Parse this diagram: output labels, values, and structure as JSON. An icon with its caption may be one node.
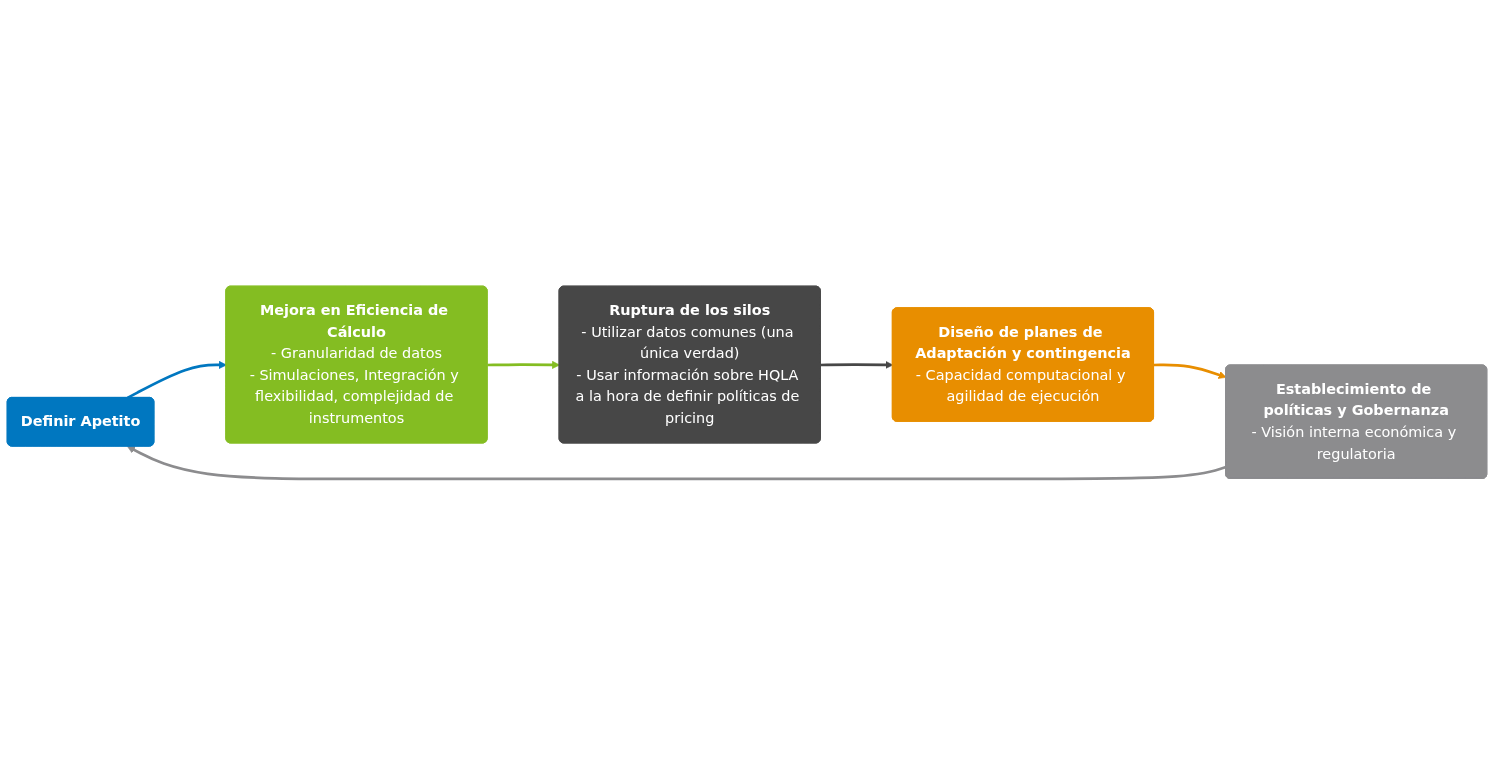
{
  "diagram": {
    "nodes": [
      {
        "text": [
          "Definir Apetito"
        ]
      },
      {
        "text": [
          "Mejora en Eficiencia de Cálculo",
          "- Granularidad de datos",
          "- Simulaciones, Integración y flexibilidad, complejidad de instrumentos"
        ]
      },
      {
        "text": [
          "Ruptura de los silos",
          "- Utilizar datos comunes (una única verdad)",
          "- Usar información sobre HQLA a la hora de definir políticas de pricing"
        ]
      },
      {
        "text": [
          "Diseño de planes de Adaptación y contingencia",
          "- Capacidad computacional y agilidad de ejecución"
        ]
      },
      {
        "text": [
          "Establecimiento de políticas y Gobernanza",
          "- Visión interna económica y regulatoria"
        ]
      }
    ],
    "edges": [
      {
        "from": 0,
        "to": 1,
        "arrow": "to",
        "color": "#0077c0"
      },
      {
        "from": 1,
        "to": 2,
        "arrow": "to",
        "color": "#84bd22"
      },
      {
        "from": 2,
        "to": 3,
        "arrow": "to",
        "color": "#474747"
      },
      {
        "from": 3,
        "to": 4,
        "arrow": "to",
        "color": "#e88e00"
      },
      {
        "from": 4,
        "to": 0,
        "arrow": "to",
        "color": "#8c8c8e"
      }
    ]
  }
}
